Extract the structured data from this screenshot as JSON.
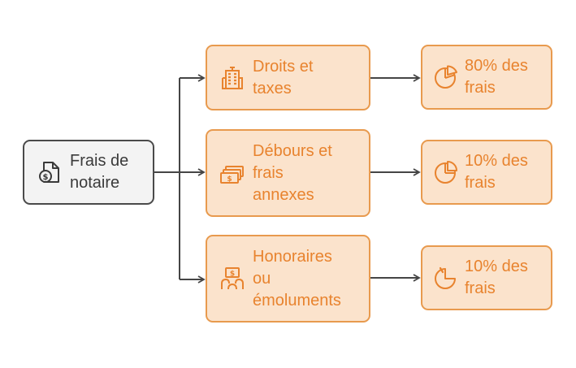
{
  "diagram": {
    "root": {
      "label": "Frais de\nnotaire",
      "icon": "money-document-icon"
    },
    "branches": [
      {
        "category": "Droits et\ntaxes",
        "category_icon": "building-icon",
        "result": "80% des\nfrais",
        "result_icon": "pie-chart-80-icon"
      },
      {
        "category": "Débours et\nfrais\nannexes",
        "category_icon": "cash-stack-icon",
        "result": "10% des\nfrais",
        "result_icon": "pie-chart-10-icon"
      },
      {
        "category": "Honoraires\nou\némoluments",
        "category_icon": "payment-hand-icon",
        "result": "10% des\nfrais",
        "result_icon": "pie-chart-slice-icon"
      }
    ]
  },
  "colors": {
    "accent": "#e8832e",
    "accent_border": "#e89a4e",
    "accent_fill": "#fbe3cc",
    "root_border": "#4a4a4a",
    "root_fill": "#f3f3f3",
    "connector": "#454545"
  }
}
